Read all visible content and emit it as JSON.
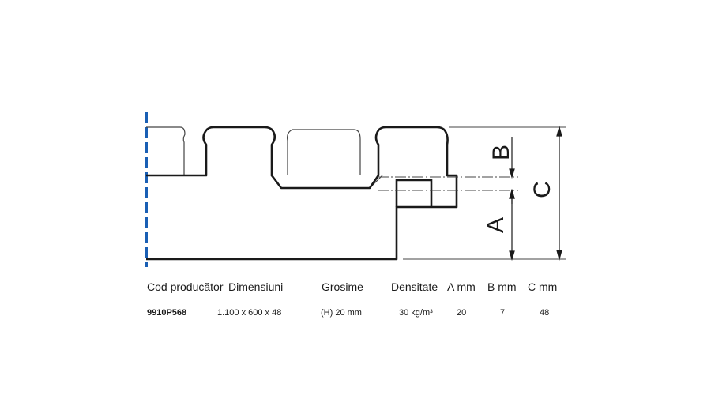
{
  "diagram": {
    "labels": {
      "a": "A",
      "b": "B",
      "c": "C"
    },
    "colors": {
      "outline": "#1a1a1a",
      "edge_dash": "#1a5fb4",
      "thin": "#444444"
    }
  },
  "table": {
    "headers": {
      "code": "Cod producător",
      "dimensions": "Dimensiuni",
      "thickness": "Grosime",
      "density": "Densitate",
      "a": "A mm",
      "b": "B mm",
      "c": "C mm"
    },
    "row": {
      "code": "9910P568",
      "dimensions": "1.100 x 600 x 48",
      "thickness": "(H) 20 mm",
      "density": "30 kg/m³",
      "a": "20",
      "b": "7",
      "c": "48"
    }
  }
}
